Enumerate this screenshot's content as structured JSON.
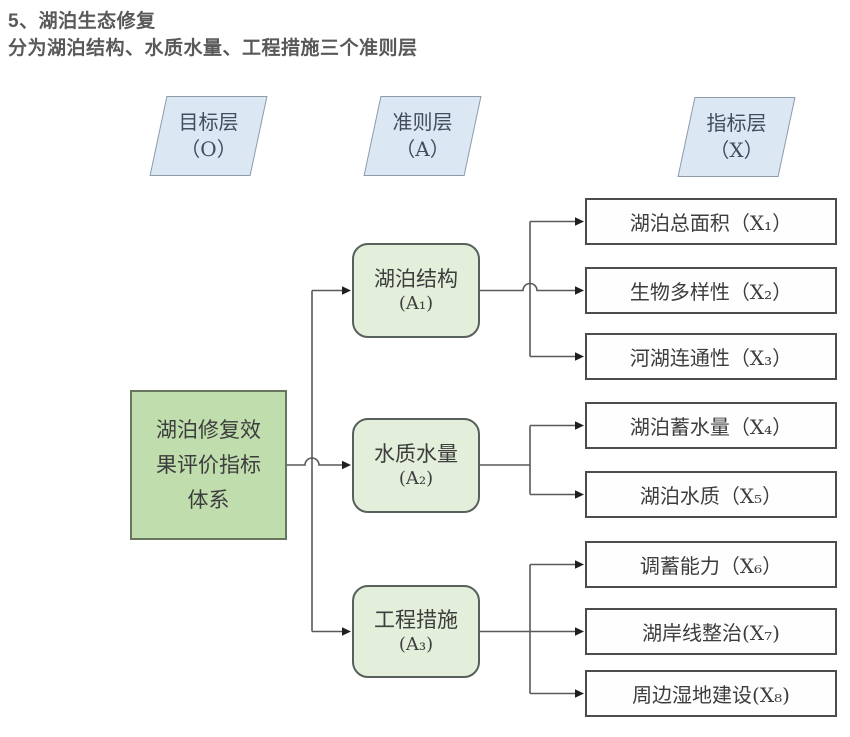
{
  "header": {
    "line1": "5、湖泊生态修复",
    "line2": "分为湖泊结构、水质水量、工程措施三个准则层"
  },
  "diagram": {
    "layers": [
      {
        "label": "目标层",
        "code": "（O）"
      },
      {
        "label": "准则层",
        "code": "（A）"
      },
      {
        "label": "指标层",
        "code": "（X）"
      }
    ],
    "goal": {
      "lines": [
        "湖泊修复效",
        "果评价指标",
        "体系"
      ]
    },
    "criteria": [
      {
        "label": "湖泊结构",
        "code": "(A₁)"
      },
      {
        "label": "水质水量",
        "code": "(A₂)"
      },
      {
        "label": "工程措施",
        "code": "(A₃)"
      }
    ],
    "indicators": [
      "湖泊总面积（X₁）",
      "生物多样性（X₂）",
      "河湖连通性（X₃）",
      "湖泊蓄水量（X₄）",
      "湖泊水质（X₅）",
      "调蓄能力（X₆）",
      "湖岸线整治(X₇)",
      "周边湿地建设(X₈)"
    ]
  },
  "colors": {
    "title_text": "#595959",
    "box_text": "#3d3d3d",
    "layer_fill": "#dbe8f4",
    "layer_border": "#8d9aa8",
    "layer_text": "#414c5c",
    "goal_fill": "#c0ddae",
    "goal_border": "#68755f",
    "criteria_fill": "#e3efda",
    "criteria_border": "#57605a",
    "indicator_fill": "#fefefe",
    "indicator_border": "#4c4c4c",
    "line": "#595959",
    "arrow": "#1f1f1f"
  }
}
